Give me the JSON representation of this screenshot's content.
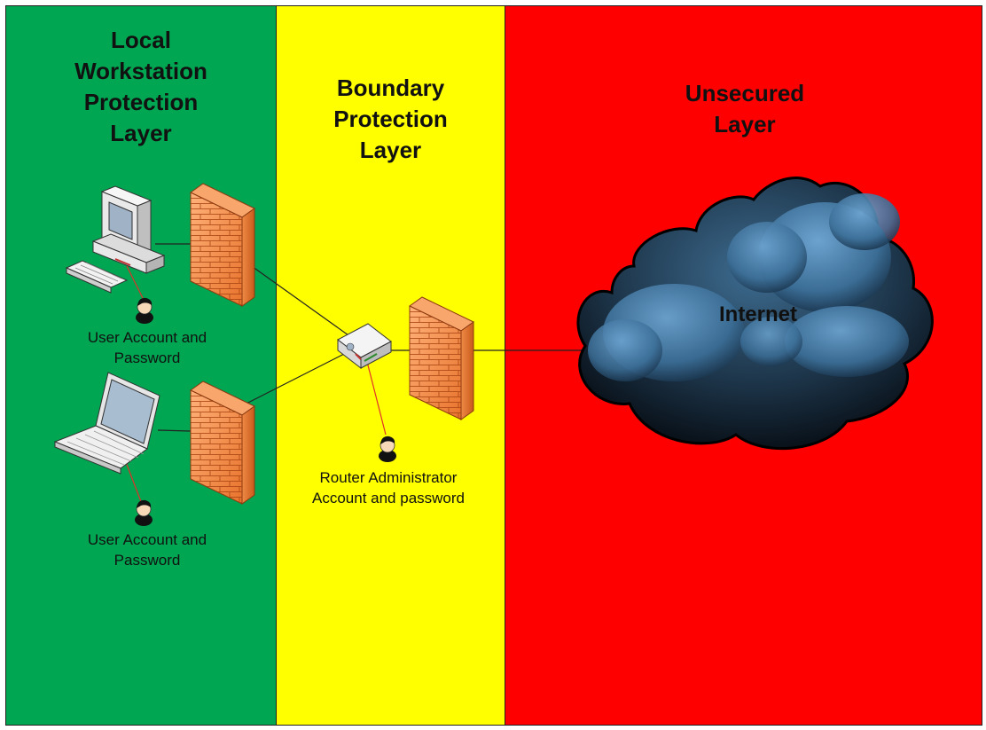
{
  "zones": {
    "local": {
      "title": "Local\nWorkstation\nProtection\nLayer",
      "color": "#00a651"
    },
    "boundary": {
      "title": "Boundary\nProtection\nLayer",
      "color": "#ffff00"
    },
    "unsecured": {
      "title": "Unsecured\nLayer",
      "color": "#ff0000"
    }
  },
  "nodes": {
    "desktop_user_label": "User Account and\nPassword",
    "laptop_user_label": "User Account and\nPassword",
    "router_admin_label": "Router Administrator\nAccount and password",
    "internet_label": "Internet"
  },
  "icons": [
    "desktop-computer-icon",
    "laptop-icon",
    "firewall-icon",
    "router-icon",
    "user-icon",
    "cloud-icon"
  ]
}
